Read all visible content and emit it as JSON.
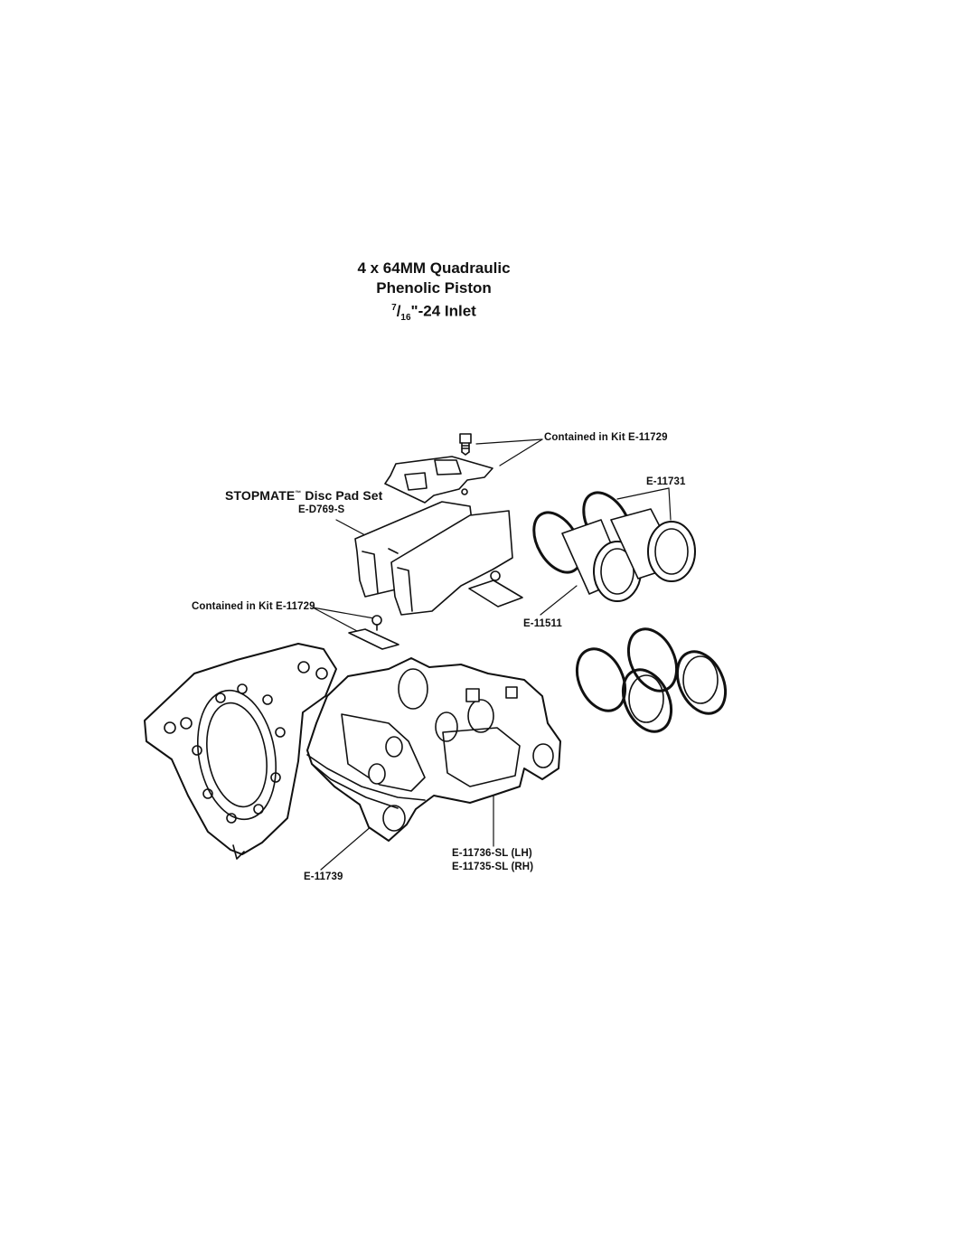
{
  "title": {
    "line1": "4 x 64MM Quadraulic",
    "line2": "Phenolic Piston",
    "line3_num": "7",
    "line3_den": "16",
    "line3_rest": "\"-24 Inlet"
  },
  "labels": {
    "kit_top": "Contained in Kit E-11729",
    "kit_left": "Contained in Kit E-11729",
    "pad_set_name": "STOPMATE",
    "pad_set_tm": "™",
    "pad_set_rest": " Disc Pad Set",
    "pad_set_part": "E-D769-S",
    "seal_part": "E-11731",
    "piston_part": "E-11511",
    "caliper_lh": "E-11736-SL (LH)",
    "caliper_rh": "E-11735-SL (RH)",
    "bracket_part": "E-11739"
  }
}
